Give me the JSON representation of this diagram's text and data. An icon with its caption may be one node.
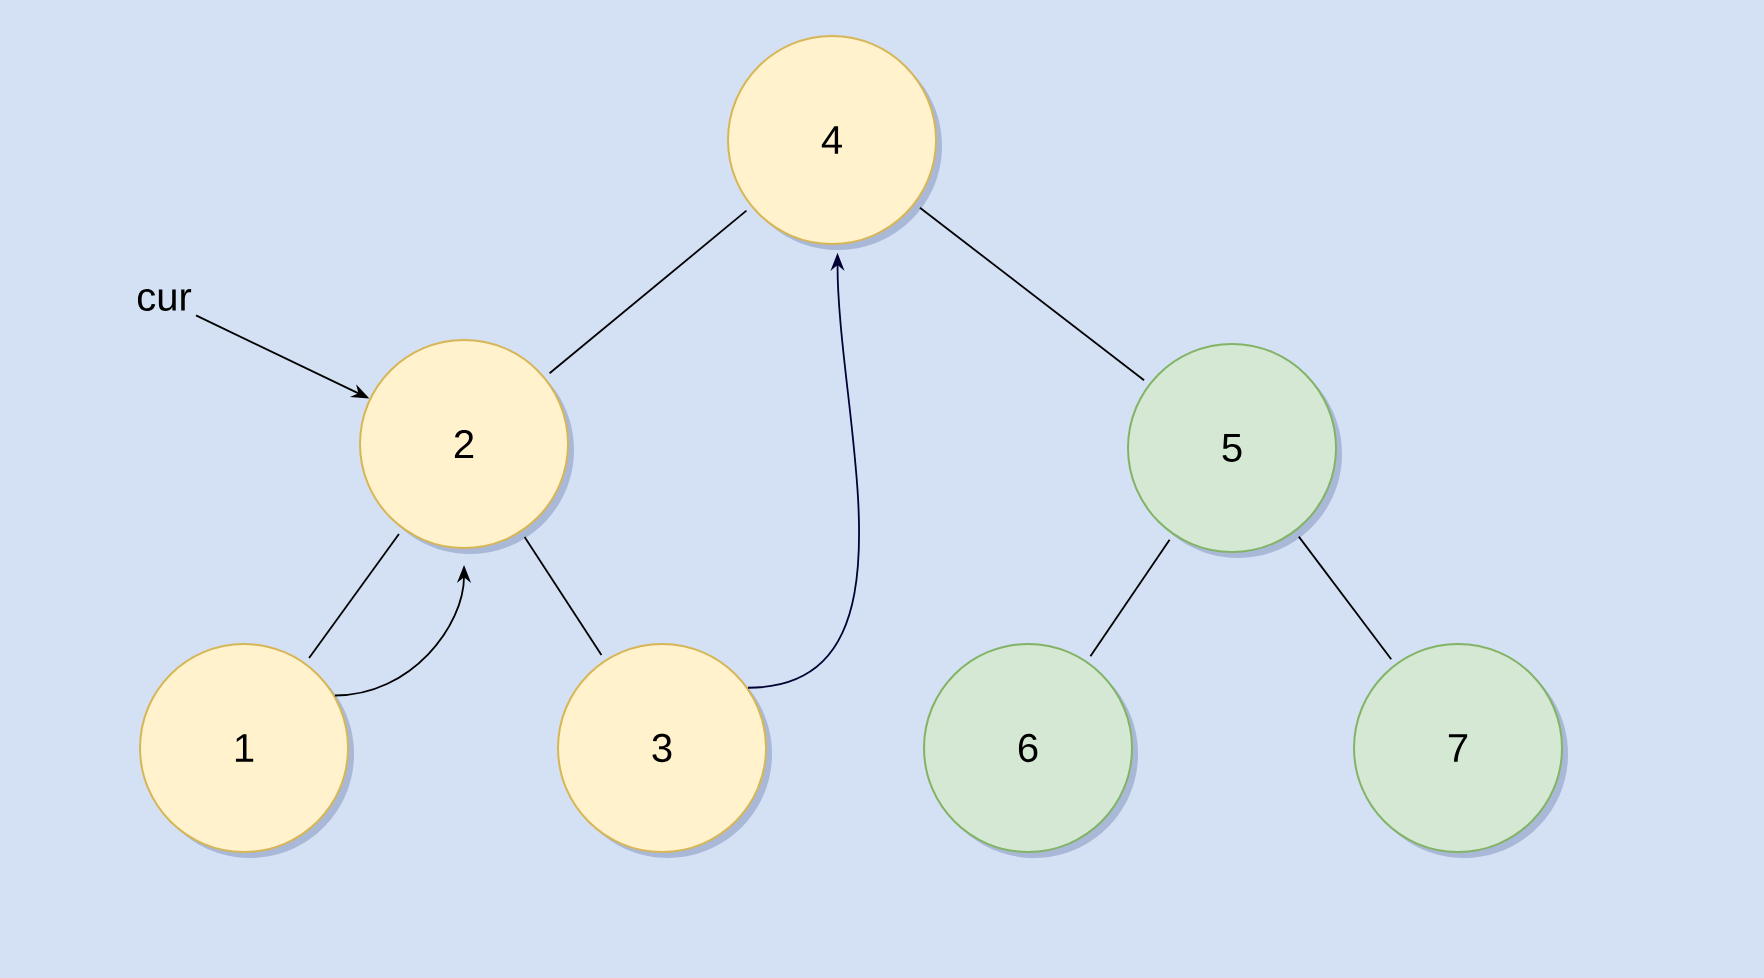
{
  "diagram": {
    "nodes": [
      {
        "text": [
          "4"
        ]
      },
      {
        "text": [
          "cur"
        ]
      },
      {
        "text": [
          "2"
        ]
      },
      {
        "text": [
          "5"
        ]
      },
      {
        "text": [
          "1"
        ]
      },
      {
        "text": [
          "3"
        ]
      },
      {
        "text": [
          "6"
        ]
      },
      {
        "text": [
          "7"
        ]
      }
    ],
    "edges": [
      {
        "from": 0,
        "to": 2,
        "arrow": "none"
      },
      {
        "from": 0,
        "to": 3,
        "arrow": "none"
      },
      {
        "from": 1,
        "to": 2,
        "arrow": "to"
      },
      {
        "from": 2,
        "to": 4,
        "arrow": "none"
      },
      {
        "from": 2,
        "to": 5,
        "arrow": "none"
      },
      {
        "from": 4,
        "to": 2,
        "arrow": "to"
      },
      {
        "from": 5,
        "to": 0,
        "arrow": "to",
        "color": "#000033"
      },
      {
        "from": 3,
        "to": 6,
        "arrow": "none"
      },
      {
        "from": 3,
        "to": 7,
        "arrow": "none"
      }
    ]
  }
}
